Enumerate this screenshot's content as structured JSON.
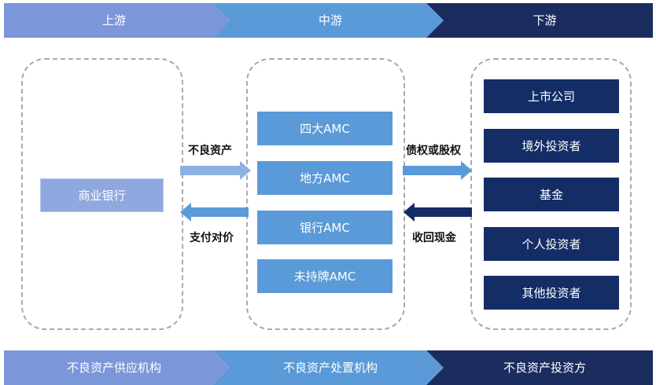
{
  "top_band": {
    "segments": [
      {
        "label": "上游"
      },
      {
        "label": "中游"
      },
      {
        "label": "下游"
      }
    ]
  },
  "bottom_band": {
    "segments": [
      {
        "label": "不良资产供应机构"
      },
      {
        "label": "不良资产处置机构"
      },
      {
        "label": "不良资产投资方"
      }
    ]
  },
  "upstream": {
    "items": [
      "商业银行"
    ]
  },
  "midstream": {
    "items": [
      "四大AMC",
      "地方AMC",
      "银行AMC",
      "未持牌AMC"
    ]
  },
  "downstream": {
    "items": [
      "上市公司",
      "境外投资者",
      "基金",
      "个人投资者",
      "其他投资者"
    ]
  },
  "flows": {
    "up_to_mid": "不良资产",
    "mid_to_up": "支付对价",
    "mid_to_down": "债权或股权",
    "down_to_mid": "收回现金"
  },
  "colors": {
    "band_light": "#7b96d9",
    "band_mid": "#5a9ad8",
    "band_dark": "#1b2c5e",
    "box_light": "#8fa8df",
    "box_mid": "#5a9ad8",
    "box_dark": "#142d66",
    "arrow_light": "#8eb0e3",
    "arrow_dark": "#142d66"
  }
}
